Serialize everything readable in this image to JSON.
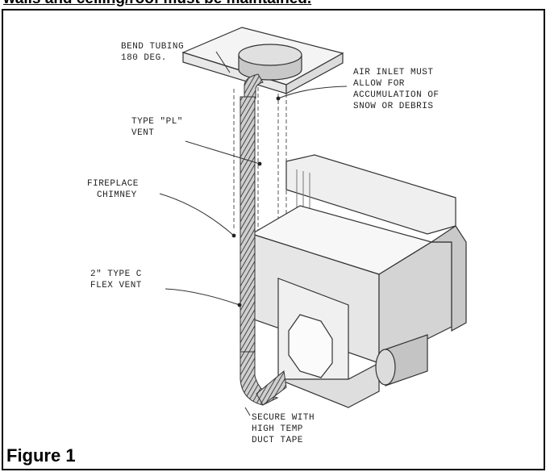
{
  "heading_text": "walls and ceiling/roof must be maintained.",
  "figure_caption": "Figure 1",
  "labels": {
    "bend_tubing": [
      "BEND TUBING",
      "180 DEG."
    ],
    "air_inlet": [
      "AIR INLET MUST",
      "ALLOW FOR",
      "ACCUMULATION OF",
      "SNOW OR DEBRIS"
    ],
    "pl_vent": [
      "TYPE \"PL\"",
      "VENT"
    ],
    "fireplace_chimney": [
      "FIREPLACE",
      "CHIMNEY"
    ],
    "flex_vent": [
      "2\" TYPE C",
      "FLEX VENT"
    ],
    "duct_tape": [
      "SECURE WITH",
      "HIGH TEMP",
      "DUCT TAPE"
    ]
  }
}
